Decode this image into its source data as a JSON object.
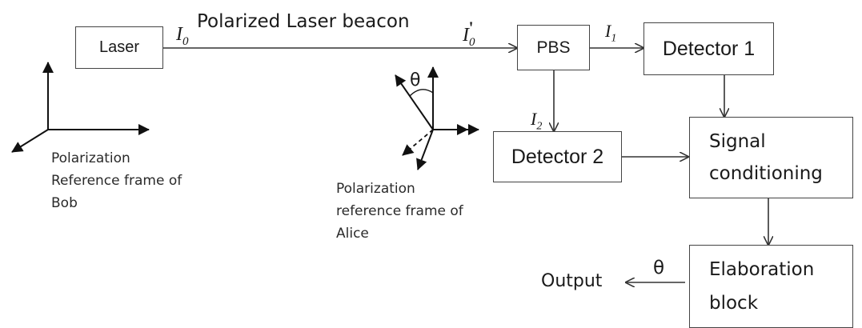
{
  "title": "Polarized Laser beacon",
  "blocks": {
    "laser": "Laser",
    "pbs": "PBS",
    "detector1": "Detector 1",
    "detector2": "Detector 2",
    "signal_conditioning": [
      "Signal",
      "conditioning"
    ],
    "elaboration_block": [
      "Elaboration",
      "block"
    ]
  },
  "intensities": {
    "i0": "I",
    "i0_sub": "0",
    "i0_prime": "I",
    "i0_prime_sub": "0",
    "i0_prime_mark": "'",
    "i1": "I",
    "i1_sub": "1",
    "i2": "I",
    "i2_sub": "2"
  },
  "theta_frame": "θ",
  "theta_output": "θ",
  "output_label": "Output",
  "bob_frame_label": [
    "Polarization",
    "Reference frame of",
    "Bob"
  ],
  "alice_frame_label": [
    "Polarization",
    "reference frame of",
    "Alice"
  ]
}
